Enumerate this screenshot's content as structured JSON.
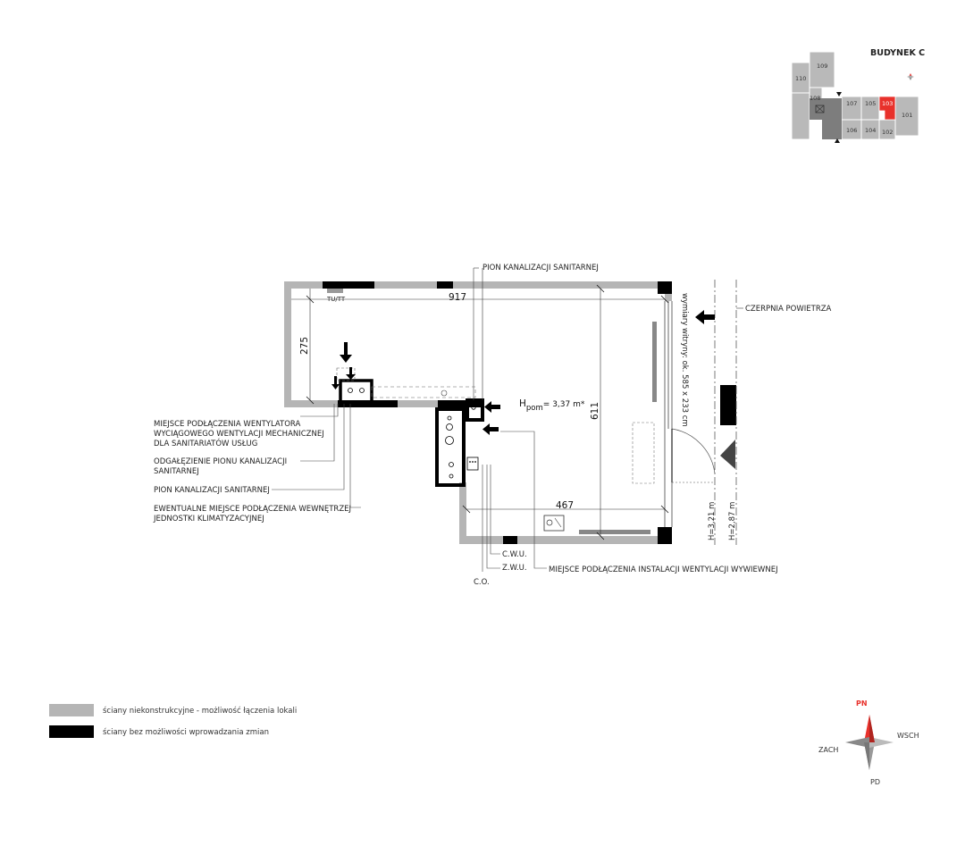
{
  "building": {
    "title": "BUDYNEK C",
    "units": [
      "109",
      "110",
      "108",
      "107",
      "105",
      "103",
      "101",
      "106",
      "104",
      "102"
    ],
    "highlight_unit": "103",
    "highlight_color": "#e8312b"
  },
  "dimensions": {
    "width_top": "917",
    "height_left": "275",
    "height_right": "611",
    "width_bottom": "467",
    "room_height_prefix": "H",
    "room_height_sub": "pom",
    "room_height_value": "= 3,37 m*",
    "window_dims": "wymiary witryny: ok. 585 x 233 cm",
    "h1": "H=3,21 m",
    "h2": "H=2,87 m",
    "tu_label": "TU/TT"
  },
  "labels": {
    "pion_top": "PION KANALIZACJI SANITARNEJ",
    "czerpnia": "CZERPNIA POWIETRZA",
    "wentylator_1": "MIEJSCE PODŁĄCZENIA WENTYLATORA",
    "wentylator_2": "WYCIĄGOWEGO WENTYLACJI MECHANICZNEJ",
    "wentylator_3": "DLA SANITARIATÓW USŁUG",
    "odgalezienie_1": "ODGAŁĘZIENIE PIONU KANALIZACJI",
    "odgalezienie_2": "SANITARNEJ",
    "pion_left": "PION KANALIZACJI SANITARNEJ",
    "klima_1": "EWENTUALNE MIEJSCE PODŁĄCZENIA WEWNĘTRZEJ",
    "klima_2": "JEDNOSTKI KLIMATYZACYJNEJ",
    "cwu": "C.W.U.",
    "zwu": "Z.W.U.",
    "co": "C.O.",
    "nawiew": "MIEJSCE PODŁĄCZENIA INSTALACJI WENTYLACJI WYWIEWNEJ"
  },
  "legend": [
    {
      "text": "ściany niekonstrukcyjne - możliwość łączenia lokali",
      "color": "#b5b5b5"
    },
    {
      "text": "ściany bez możliwości wprowadzania zmian",
      "color": "#000000"
    }
  ],
  "compass": {
    "n": "PN",
    "e": "WSCH",
    "w": "ZACH",
    "s": "PD",
    "n_color": "#e8312b"
  }
}
